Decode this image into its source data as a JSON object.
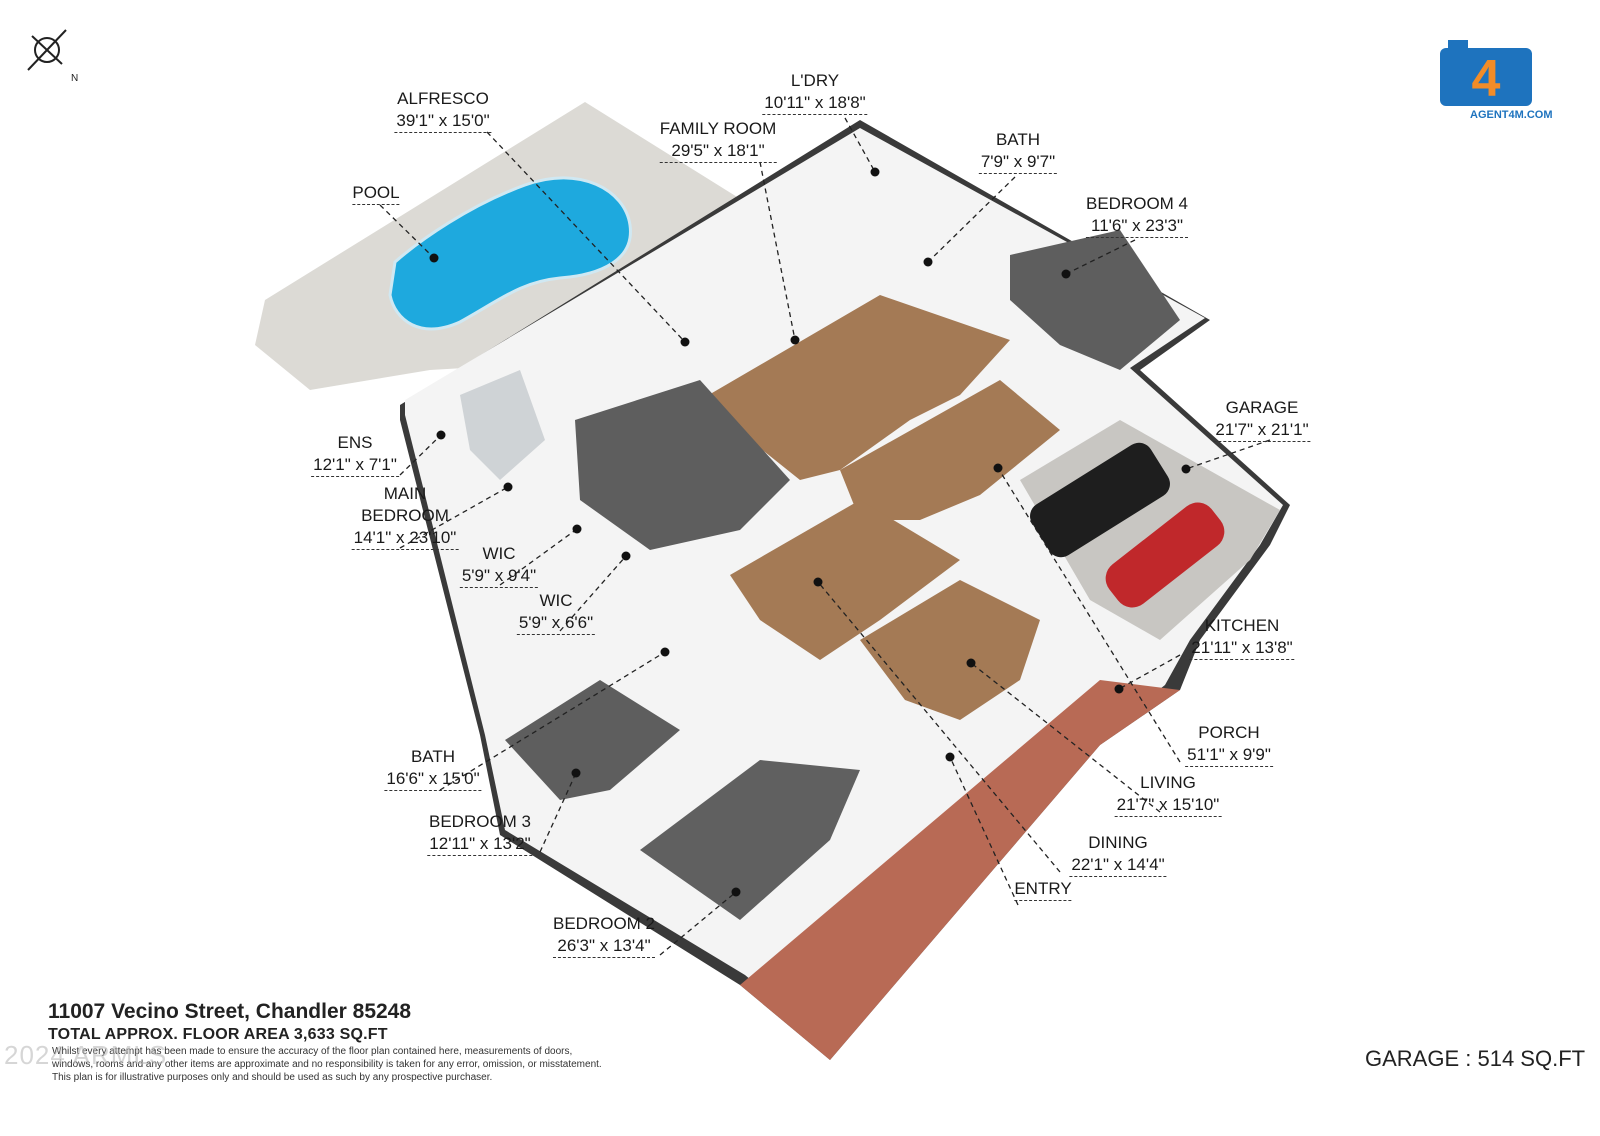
{
  "address": "11007 Vecino Street, Chandler 85248",
  "total_area": "TOTAL APPROX. FLOOR AREA 3,633 SQ.FT",
  "disclaimer": [
    "Whilst every attempt has been made to ensure the accuracy of the floor plan contained here, measurements of doors,",
    "windows, rooms and any other items are approximate and no responsibility is taken for any error, omission, or misstatement.",
    "This plan is for illustrative purposes only and should be used as such by any prospective purchaser."
  ],
  "copyright": "2024 ARMLS",
  "garage_area": "GARAGE  : 514 SQ.FT",
  "logo": {
    "icon": "agent4m-camera-logo",
    "text": "AGENT4M.COM",
    "color": "#1e73be",
    "accent": "#f28c28"
  },
  "compass": {
    "icon": "north-compass-icon",
    "label": "N"
  },
  "rooms": {
    "alfresco": {
      "name": "ALFRESCO",
      "dims": "39'1\" x 15'0\""
    },
    "pool": {
      "name": "POOL",
      "dims": ""
    },
    "family_room": {
      "name": "FAMILY ROOM",
      "dims": "29'5\" x 18'1\""
    },
    "laundry": {
      "name": "L'DRY",
      "dims": "10'11\" x 18'8\""
    },
    "bath_upper": {
      "name": "BATH",
      "dims": "7'9\" x 9'7\""
    },
    "bedroom4": {
      "name": "BEDROOM 4",
      "dims": "11'6\" x 23'3\""
    },
    "garage": {
      "name": "GARAGE",
      "dims": "21'7\" x 21'1\""
    },
    "ens": {
      "name": "ENS",
      "dims": "12'1\" x 7'1\""
    },
    "main_bedroom": {
      "name": "MAIN\nBEDROOM",
      "dims": "14'1\" x 23'10\""
    },
    "wic1": {
      "name": "WIC",
      "dims": "5'9\" x 9'4\""
    },
    "wic2": {
      "name": "WIC",
      "dims": "5'9\" x 6'6\""
    },
    "kitchen": {
      "name": "KITCHEN",
      "dims": "21'11\" x 13'8\""
    },
    "porch": {
      "name": "PORCH",
      "dims": "51'1\" x 9'9\""
    },
    "living": {
      "name": "LIVING",
      "dims": "21'7\" x 15'10\""
    },
    "dining": {
      "name": "DINING",
      "dims": "22'1\" x 14'4\""
    },
    "entry": {
      "name": "ENTRY",
      "dims": ""
    },
    "bath_lower": {
      "name": "BATH",
      "dims": "16'6\" x 15'0\""
    },
    "bedroom3": {
      "name": "BEDROOM 3",
      "dims": "12'11\" x 13'2\""
    },
    "bedroom2": {
      "name": "BEDROOM 2",
      "dims": "26'3\" x 13'4\""
    }
  }
}
